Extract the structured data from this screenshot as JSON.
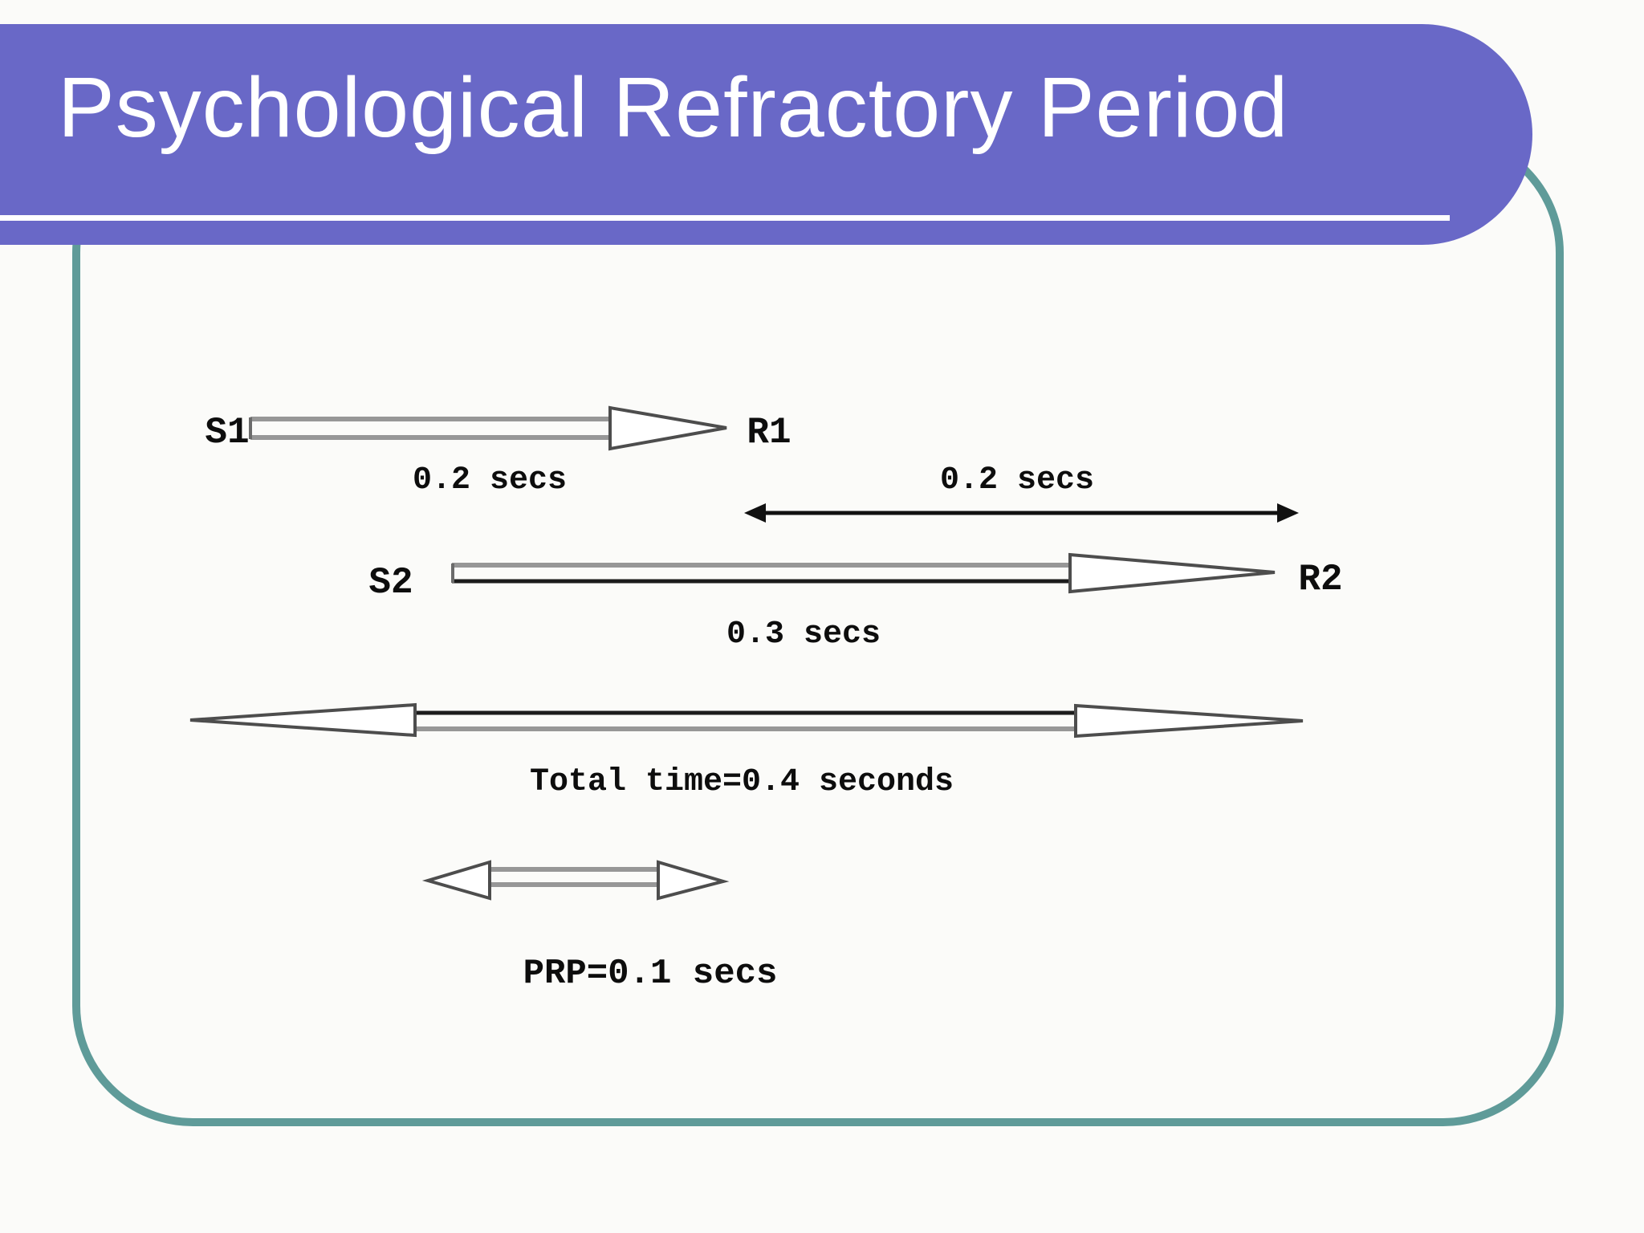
{
  "slide": {
    "title": "Psychological Refractory Period",
    "colors": {
      "banner_purple": "#6968C7",
      "border_teal": "#5F9B99",
      "title_text": "#FFFFFF",
      "diagram_ink": "#111111",
      "diagram_gray": "#999999",
      "background": "#FBFBF9"
    },
    "diagram": {
      "stimulus1_label": "S1",
      "response1_label": "R1",
      "stimulus2_label": "S2",
      "response2_label": "R2",
      "rt1_label": "0.2 secs",
      "gap_label": "0.2 secs",
      "rt2_label": "0.3 secs",
      "total_label": "Total time=0.4 seconds",
      "prp_label": "PRP=0.1 secs"
    }
  }
}
